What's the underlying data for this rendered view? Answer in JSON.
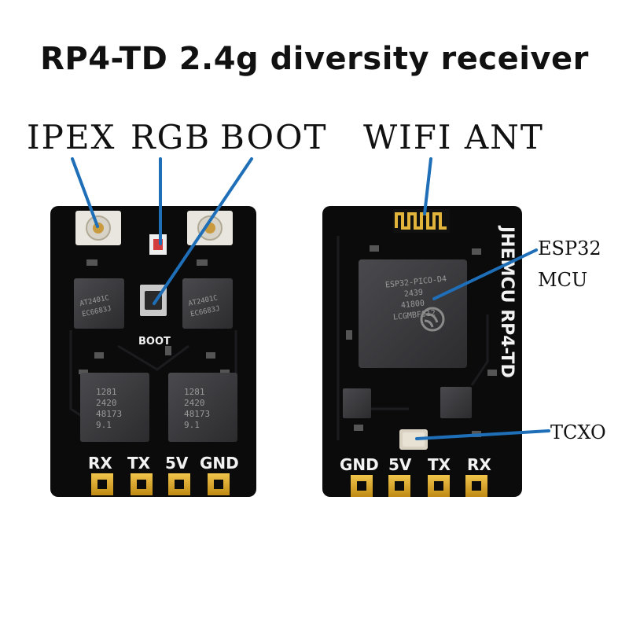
{
  "title": "RP4-TD 2.4g diversity receiver",
  "callouts": {
    "ipex": "IPEX",
    "rgb": "RGB",
    "boot": "BOOT",
    "wifi_ant": "WIFI ANT",
    "esp32": "ESP32",
    "mcu": "MCU",
    "tcxo": "TCXO"
  },
  "left_board": {
    "boot_silk": "BOOT",
    "chip_at_1": [
      "AT2401C",
      "EC6683J"
    ],
    "chip_at_2": [
      "AT2401C",
      "EC6683J"
    ],
    "chip_lr_1": [
      "1281",
      "2420",
      "48173",
      "9.1"
    ],
    "chip_lr_2": [
      "1281",
      "2420",
      "48173",
      "9.1"
    ],
    "pads": [
      "RX",
      "TX",
      "5V",
      "GND"
    ]
  },
  "right_board": {
    "brand": "JHEMCU RP4-TD",
    "esp_chip": [
      "ESP32-PICO-D4",
      "2439",
      "41800",
      "LCGMBF012"
    ],
    "pads": [
      "GND",
      "5V",
      "TX",
      "RX"
    ]
  },
  "colors": {
    "pcb": "#0b0b0c",
    "chip": "#3a3a3d",
    "gold": "#d9a321",
    "callout_line": "#1e6fb8",
    "silk": "#f2f2f2"
  }
}
